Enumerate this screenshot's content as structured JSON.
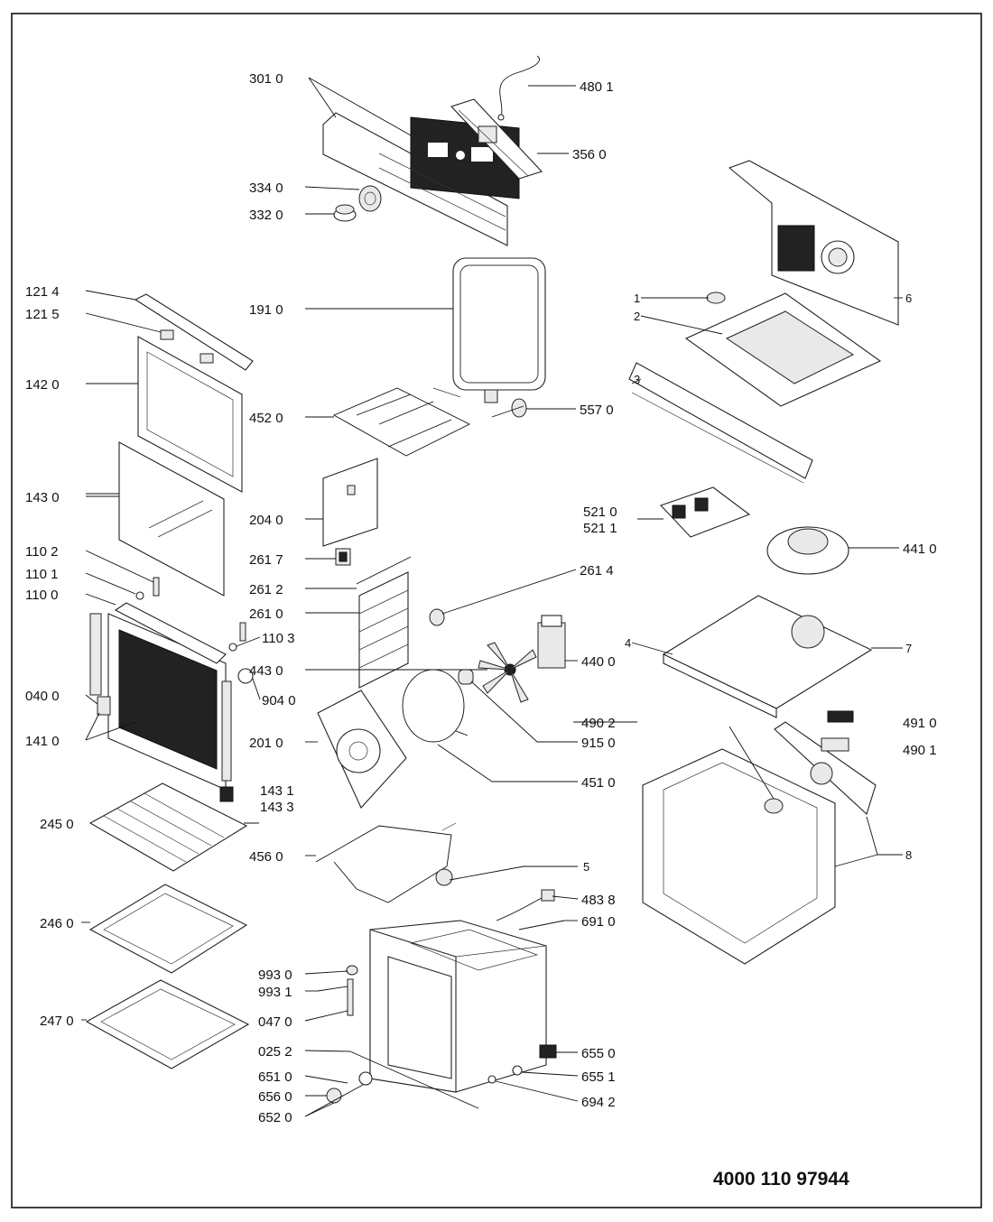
{
  "document_number": "4000 110 97944",
  "labels": {
    "l3010": "301 0",
    "l4801": "480 1",
    "l3560": "356 0",
    "l3340": "334 0",
    "l3320": "332 0",
    "l1214": "121 4",
    "l1215": "121 5",
    "l1910": "191 0",
    "l1420": "142 0",
    "l4520": "452 0",
    "l5570": "557 0",
    "l1430": "143 0",
    "l2040": "204 0",
    "l5210": "521 0",
    "l5211": "521 1",
    "l1102": "110 2",
    "l2617": "261 7",
    "l4410": "441 0",
    "l1101": "110 1",
    "l2612": "261 2",
    "l2614": "261 4",
    "l1100": "110 0",
    "l2610": "261 0",
    "l1103": "110 3",
    "l4430": "443 0",
    "l4400": "440 0",
    "l0400": "040 0",
    "l9040": "904 0",
    "l4902": "490 2",
    "l4910": "491 0",
    "l1410": "141 0",
    "l2010": "201 0",
    "l9150": "915 0",
    "l4901": "490 1",
    "l1431": "143 1",
    "l4510": "451 0",
    "l1433": "143 3",
    "l2450": "245 0",
    "l4560": "456 0",
    "l5": "5",
    "l4838": "483 8",
    "l2460": "246 0",
    "l6910": "691 0",
    "l9930": "993 0",
    "l9931": "993 1",
    "l0470": "047 0",
    "l2470": "247 0",
    "l0252": "025 2",
    "l6550": "655 0",
    "l6510": "651 0",
    "l6551": "655 1",
    "l6560": "656 0",
    "l6942": "694 2",
    "l6520": "652 0",
    "l1": "1",
    "l2": "2",
    "l3": "3",
    "l4": "4",
    "l6": "6",
    "l7": "7",
    "l8": "8"
  }
}
